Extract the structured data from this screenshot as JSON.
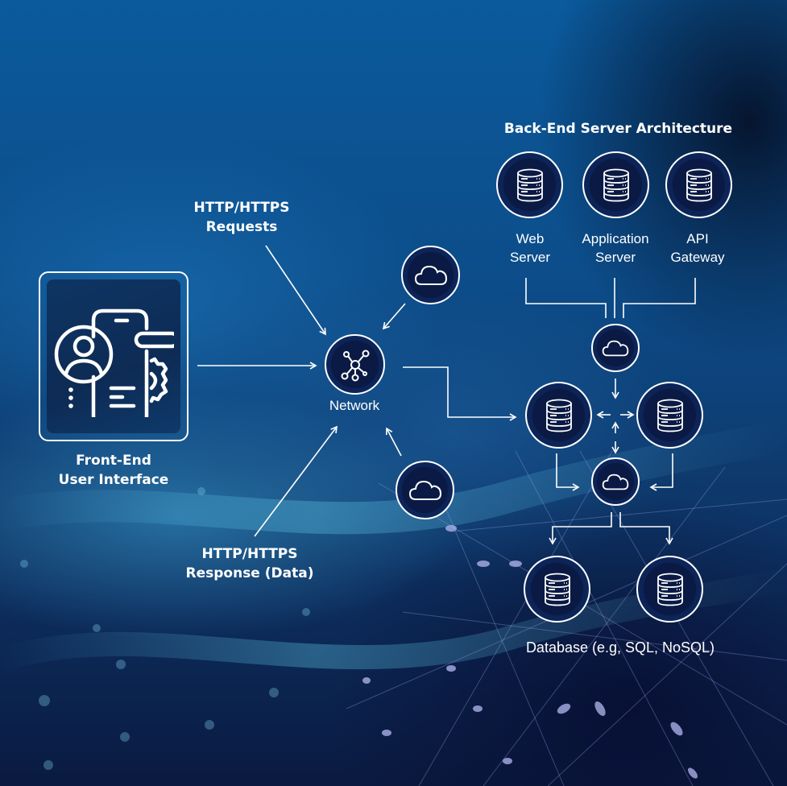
{
  "frontend": {
    "title_line1": "Front-End",
    "title_line2": "User Interface",
    "icon": "mobile-user-settings-icon"
  },
  "requests": {
    "line1": "HTTP/HTTPS",
    "line2": "Requests"
  },
  "response": {
    "line1": "HTTP/HTTPS",
    "line2": "Response (Data)"
  },
  "network": {
    "label": "Network",
    "icon": "network-hub-icon"
  },
  "cloud_nodes": {
    "top": {
      "icon": "cloud-icon"
    },
    "bottom": {
      "icon": "cloud-icon"
    }
  },
  "backend": {
    "title": "Back-End Server Architecture",
    "servers": [
      {
        "line1": "Web",
        "line2": "Server",
        "icon": "server-database-icon"
      },
      {
        "line1": "Application",
        "line2": "Server",
        "icon": "server-database-icon"
      },
      {
        "line1": "API",
        "line2": "Gateway",
        "icon": "server-database-icon"
      }
    ],
    "hub_cloud": {
      "icon": "cloud-icon"
    },
    "middle_servers": [
      {
        "icon": "server-database-icon"
      },
      {
        "icon": "server-database-icon"
      }
    ],
    "lower_cloud": {
      "icon": "cloud-icon"
    }
  },
  "database": {
    "label": "Database (e.g, SQL, NoSQL)",
    "nodes": [
      {
        "icon": "server-database-icon"
      },
      {
        "icon": "server-database-icon"
      }
    ]
  },
  "colors": {
    "line": "#ffffff",
    "node_fill": "#0a1a44",
    "bg_top": "#0b5a9c",
    "bg_bottom": "#0a1a40"
  }
}
